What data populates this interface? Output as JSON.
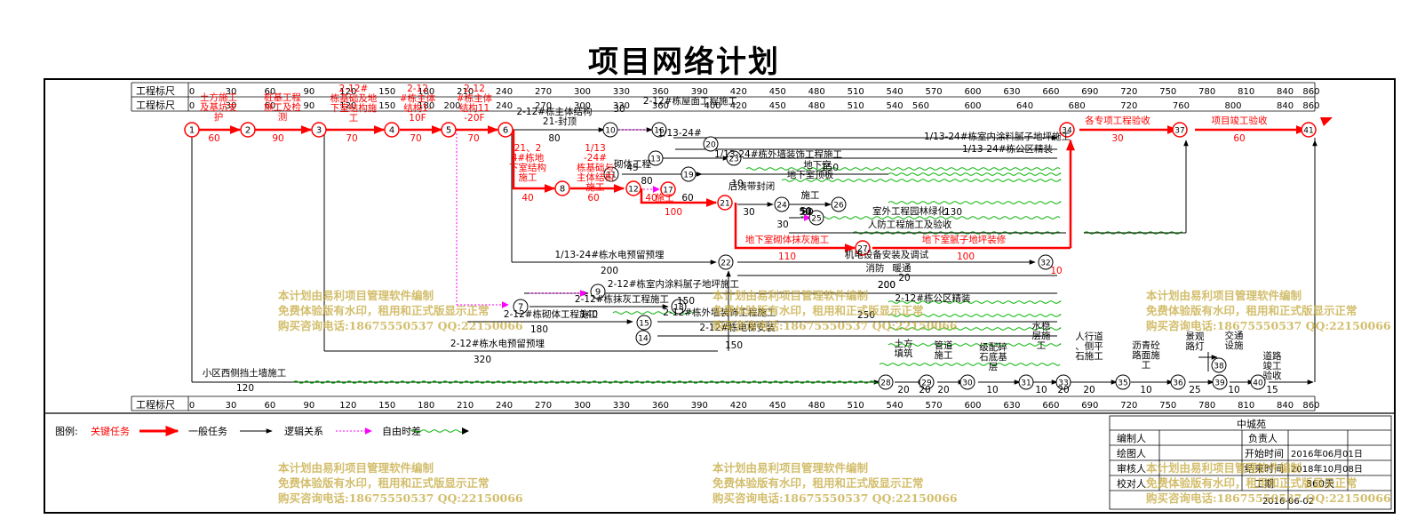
{
  "title": "项目网络计划",
  "scale_label": "工程标尺",
  "scale_top": [
    "0",
    "30",
    "60",
    "90",
    "120",
    "150",
    "180",
    "210",
    "240",
    "270",
    "300",
    "330",
    "360",
    "390",
    "420",
    "450",
    "480",
    "510",
    "540",
    "570",
    "600",
    "630",
    "660",
    "690",
    "720",
    "750",
    "780",
    "810",
    "840",
    "860"
  ],
  "scale_second": [
    "0",
    "30",
    "60",
    "90",
    "120",
    "150",
    "180",
    "200",
    "240",
    "270",
    "300",
    "330",
    "360",
    "400",
    "420",
    "450",
    "480",
    "510",
    "540",
    "560",
    "600",
    "640",
    "680",
    "720",
    "760",
    "800",
    "840",
    "860"
  ],
  "colors": {
    "critical": "#ff0000",
    "normal": "#000000",
    "logic": "#ff00ff",
    "float": "#00c000",
    "watermark": "#c4a83c"
  },
  "nodes": [
    "1",
    "2",
    "3",
    "4",
    "5",
    "6",
    "7",
    "8",
    "9",
    "10",
    "11",
    "12",
    "13",
    "14",
    "15",
    "16",
    "17",
    "18",
    "19",
    "20",
    "21",
    "22",
    "23",
    "24",
    "25",
    "26",
    "27",
    "28",
    "29",
    "30",
    "31",
    "32",
    "33",
    "34",
    "35",
    "36",
    "37",
    "38",
    "39",
    "40",
    "41"
  ],
  "tasks_critical": [
    {
      "name": "土方施工及基坑支护",
      "dur": "60"
    },
    {
      "name": "桩基工程施工及检测",
      "dur": "90"
    },
    {
      "name": "2-12#栋基础及地下室结构施工",
      "dur": "70"
    },
    {
      "name": "2-12#栋主体结构1-10F",
      "dur": "70"
    },
    {
      "name": "2-12#栋主体结构11-20F",
      "dur": "70"
    },
    {
      "name": "21、24#栋地下室结构施工",
      "dur": "40"
    },
    {
      "name": "1/13-24#栋基础与主体结构施工",
      "dur": "60"
    },
    {
      "name": "施工",
      "dur": "40"
    },
    {
      "name": "",
      "dur": "100"
    },
    {
      "name": "地下室砌体抹灰施工",
      "dur": "110"
    },
    {
      "name": "地下室腻子地坪装修",
      "dur": "100"
    },
    {
      "name": "",
      "dur": "10"
    },
    {
      "name": "各专项工程验收",
      "dur": "30"
    },
    {
      "name": "项目竣工验收",
      "dur": "60"
    }
  ],
  "tasks_normal": [
    {
      "name": "2-12#栋主体结构",
      "dur": "80"
    },
    {
      "name": "21-封顶",
      "dur": ""
    },
    {
      "name": "1/13-24#栋室内涂料腻子地坪施工",
      "dur": ""
    },
    {
      "name": "1/13-24#栋公区精装",
      "dur": ""
    },
    {
      "name": "砌体工程",
      "dur": "45"
    },
    {
      "name": "1/13-24#",
      "dur": ""
    },
    {
      "name": "2-12#栋屋面工程施工",
      "dur": ""
    },
    {
      "name": "1/13-24#栋外墙装饰工程施工",
      "dur": ""
    },
    {
      "name": "地下室",
      "dur": "150"
    },
    {
      "name": "地下室顶板",
      "dur": ""
    },
    {
      "name": "后浇带封闭",
      "dur": "30"
    },
    {
      "name": "施工",
      "dur": "80"
    },
    {
      "name": "室外工程园林绿化",
      "dur": "130"
    },
    {
      "name": "人防工程施工及验收",
      "dur": "50"
    },
    {
      "name": "1/13-24#栋水电预留预埋",
      "dur": "200"
    },
    {
      "name": "机电设备安装及调试",
      "dur": ""
    },
    {
      "name": "消防",
      "dur": ""
    },
    {
      "name": "暖通",
      "dur": "200"
    },
    {
      "name": "2-12#栋室内涂料腻子地坪施工",
      "dur": "200"
    },
    {
      "name": "2-12#栋公区精装",
      "dur": "250"
    },
    {
      "name": "2-12#栋抹灰工程施工",
      "dur": "150"
    },
    {
      "name": "2-12#栋砌体工程施工",
      "dur": "140"
    },
    {
      "name": "2-12#栋外墙装饰工程施工",
      "dur": ""
    },
    {
      "name": "2-12#栋电梯安装",
      "dur": ""
    },
    {
      "name": "2-12#栋水电预留预埋",
      "dur": "320"
    },
    {
      "name": "小区西侧挡土墙施工",
      "dur": "120"
    },
    {
      "name": "土方填筑",
      "dur": "20"
    },
    {
      "name": "管道施工",
      "dur": "20"
    },
    {
      "name": "级配碎石底基层",
      "dur": "10"
    },
    {
      "name": "水稳层施工",
      "dur": "10"
    },
    {
      "name": "人行道、侧平石施工",
      "dur": "20"
    },
    {
      "name": "沥青砼路面施工",
      "dur": "10"
    },
    {
      "name": "景观路灯",
      "dur": "25"
    },
    {
      "name": "交通设施",
      "dur": "10"
    },
    {
      "name": "道路竣工验收",
      "dur": "15"
    },
    {
      "name": "",
      "dur": "20"
    },
    {
      "name": "",
      "dur": "20"
    },
    {
      "name": "",
      "dur": "150"
    },
    {
      "name": "",
      "dur": "180"
    },
    {
      "name": "",
      "dur": "30"
    },
    {
      "name": "",
      "dur": "30"
    },
    {
      "name": "",
      "dur": "80"
    },
    {
      "name": "",
      "dur": "10"
    },
    {
      "name": "",
      "dur": "60"
    },
    {
      "name": "",
      "dur": "20"
    },
    {
      "name": "",
      "dur": "50"
    }
  ],
  "legend": {
    "title": "图例:",
    "critical": "关键任务",
    "normal": "一般任务",
    "logic": "逻辑关系",
    "float": "自由时差"
  },
  "info": {
    "project": "中城苑",
    "rows": [
      {
        "k1": "编制人",
        "v1": "",
        "k2": "负责人",
        "v2": ""
      },
      {
        "k1": "绘图人",
        "v1": "",
        "k2": "开始时间",
        "v2": "2016年06月01日"
      },
      {
        "k1": "审核人",
        "v1": "",
        "k2": "结束时间",
        "v2": "2018年10月08日"
      },
      {
        "k1": "校对人",
        "v1": "",
        "k2": "工期",
        "v2": "860天"
      }
    ],
    "date": "2016-06-02"
  },
  "watermark": {
    "line1": "本计划由易利项目管理软件编制",
    "line2": "免费体验版有水印，租用和正式版显示正常",
    "line3": "购买咨询电话:18675550537 QQ:22150066"
  }
}
